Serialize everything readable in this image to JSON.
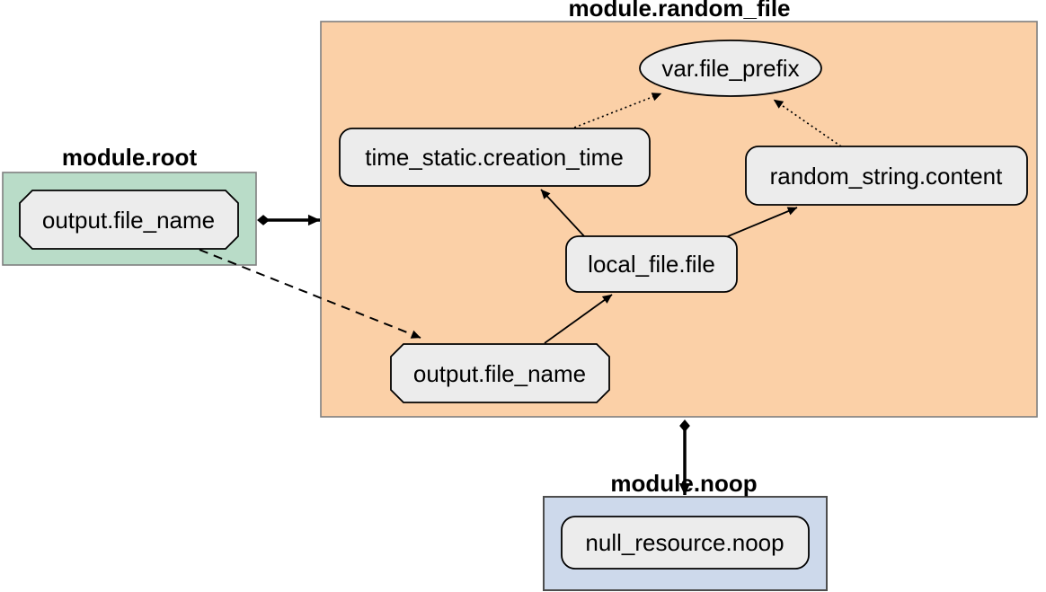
{
  "colors": {
    "background": "#ffffff",
    "node_fill": "#ececec",
    "node_border": "#000000",
    "edge": "#000000"
  },
  "clusters": [
    {
      "id": "module_root",
      "label": "module.root",
      "fill": "#b9dcc8",
      "border": "#7f7f7f"
    },
    {
      "id": "module_random_file",
      "label": "module.random_file",
      "fill": "#fbd0a7",
      "border": "#7f7f7f"
    },
    {
      "id": "module_noop",
      "label": "module.noop",
      "fill": "#cdd9eb",
      "border": "#4d4d4d"
    }
  ],
  "nodes": [
    {
      "id": "root_output_file_name",
      "module": "module.root",
      "label": "output.file_name",
      "shape": "note"
    },
    {
      "id": "var_file_prefix",
      "module": "module.random_file",
      "label": "var.file_prefix",
      "shape": "ellipse"
    },
    {
      "id": "time_static_creation_time",
      "module": "module.random_file",
      "label": "time_static.creation_time",
      "shape": "rounded-box"
    },
    {
      "id": "random_string_content",
      "module": "module.random_file",
      "label": "random_string.content",
      "shape": "rounded-box"
    },
    {
      "id": "local_file_file",
      "module": "module.random_file",
      "label": "local_file.file",
      "shape": "rounded-box"
    },
    {
      "id": "rf_output_file_name",
      "module": "module.random_file",
      "label": "output.file_name",
      "shape": "note"
    },
    {
      "id": "null_resource_noop",
      "module": "module.noop",
      "label": "null_resource.noop",
      "shape": "rounded-box"
    }
  ],
  "edges": [
    {
      "from": "module.root output.file_name",
      "to": "module.random_file output.file_name",
      "style": "dashed-arrow"
    },
    {
      "from": "module.root",
      "to": "module.random_file",
      "style": "thick-diamond-arrow"
    },
    {
      "from": "module.random_file output.file_name",
      "to": "local_file.file",
      "style": "solid-arrow"
    },
    {
      "from": "local_file.file",
      "to": "time_static.creation_time",
      "style": "solid-arrow"
    },
    {
      "from": "local_file.file",
      "to": "random_string.content",
      "style": "solid-arrow"
    },
    {
      "from": "time_static.creation_time",
      "to": "var.file_prefix",
      "style": "dotted-arrow"
    },
    {
      "from": "random_string.content",
      "to": "var.file_prefix",
      "style": "dotted-arrow"
    },
    {
      "from": "module.random_file",
      "to": "module.noop",
      "style": "thick-diamond-arrow"
    }
  ]
}
